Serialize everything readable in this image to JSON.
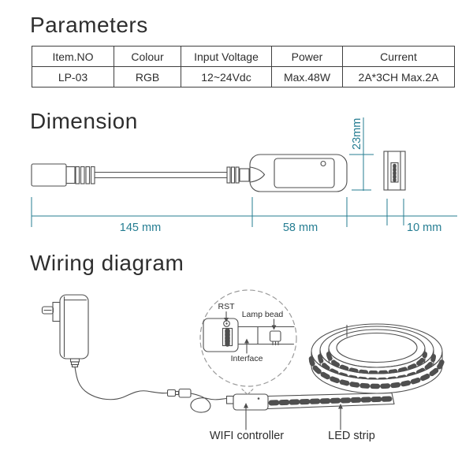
{
  "sections": {
    "parameters": {
      "title": "Parameters",
      "headers": [
        "Item.NO",
        "Colour",
        "Input Voltage",
        "Power",
        "Current"
      ],
      "row": [
        "LP-03",
        "RGB",
        "12~24Vdc",
        "Max.48W",
        "2A*3CH Max.2A"
      ]
    },
    "dimension": {
      "title": "Dimension",
      "height": "23mm",
      "cable": "145 mm",
      "controller": "58 mm",
      "tail": "10 mm"
    },
    "wiring": {
      "title": "Wiring diagram",
      "rst": "RST",
      "lamp_bead": "Lamp bead",
      "interface": "Interface",
      "wifi_controller": "WIFI controller",
      "led_strip": "LED strip"
    }
  },
  "colors": {
    "accent": "#257d92",
    "line": "#4f4f4f",
    "text": "#2e2e2e"
  }
}
